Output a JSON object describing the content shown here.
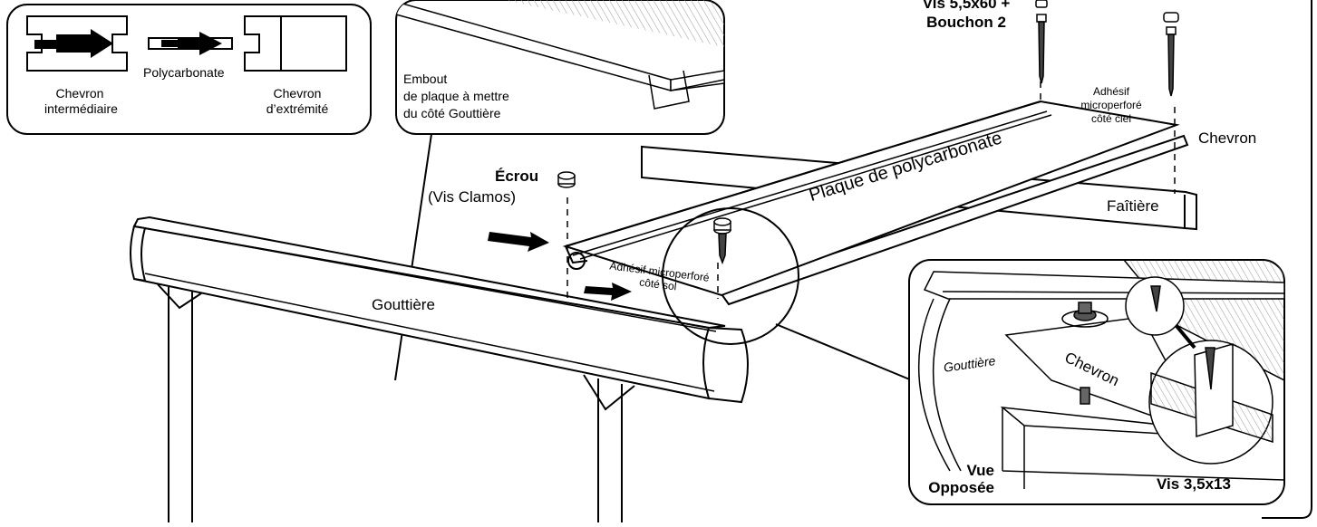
{
  "inset_profiles": {
    "label_left": "Chevron\nintermédiaire",
    "label_middle": "Polycarbonate",
    "label_right": "Chevron\nd’extrémité"
  },
  "inset_endcap": {
    "label": "Embout\nde plaque à mettre\ndu côté Gouttière"
  },
  "main": {
    "vis_label": "Vis 5,5x60 +\nBouchon 2",
    "adhesif_ciel": "Adhésif\nmicroperforé\ncôté ciel",
    "chevron_label": "Chevron",
    "plaque_label": "Plaque de polycarbonate",
    "faitiere_label": "Faîtière",
    "ecrou_label": "Écrou",
    "vis_clamos_label": "(Vis Clamos)",
    "adhesif_sol": "Adhésif microperforé\ncôté sol",
    "gouttiere_label": "Gouttière"
  },
  "detail": {
    "gouttiere_label": "Gouttière",
    "chevron_label": "Chevron",
    "vue_label": "Vue\nOpposée",
    "vis_label": "Vis 3,5x13"
  }
}
